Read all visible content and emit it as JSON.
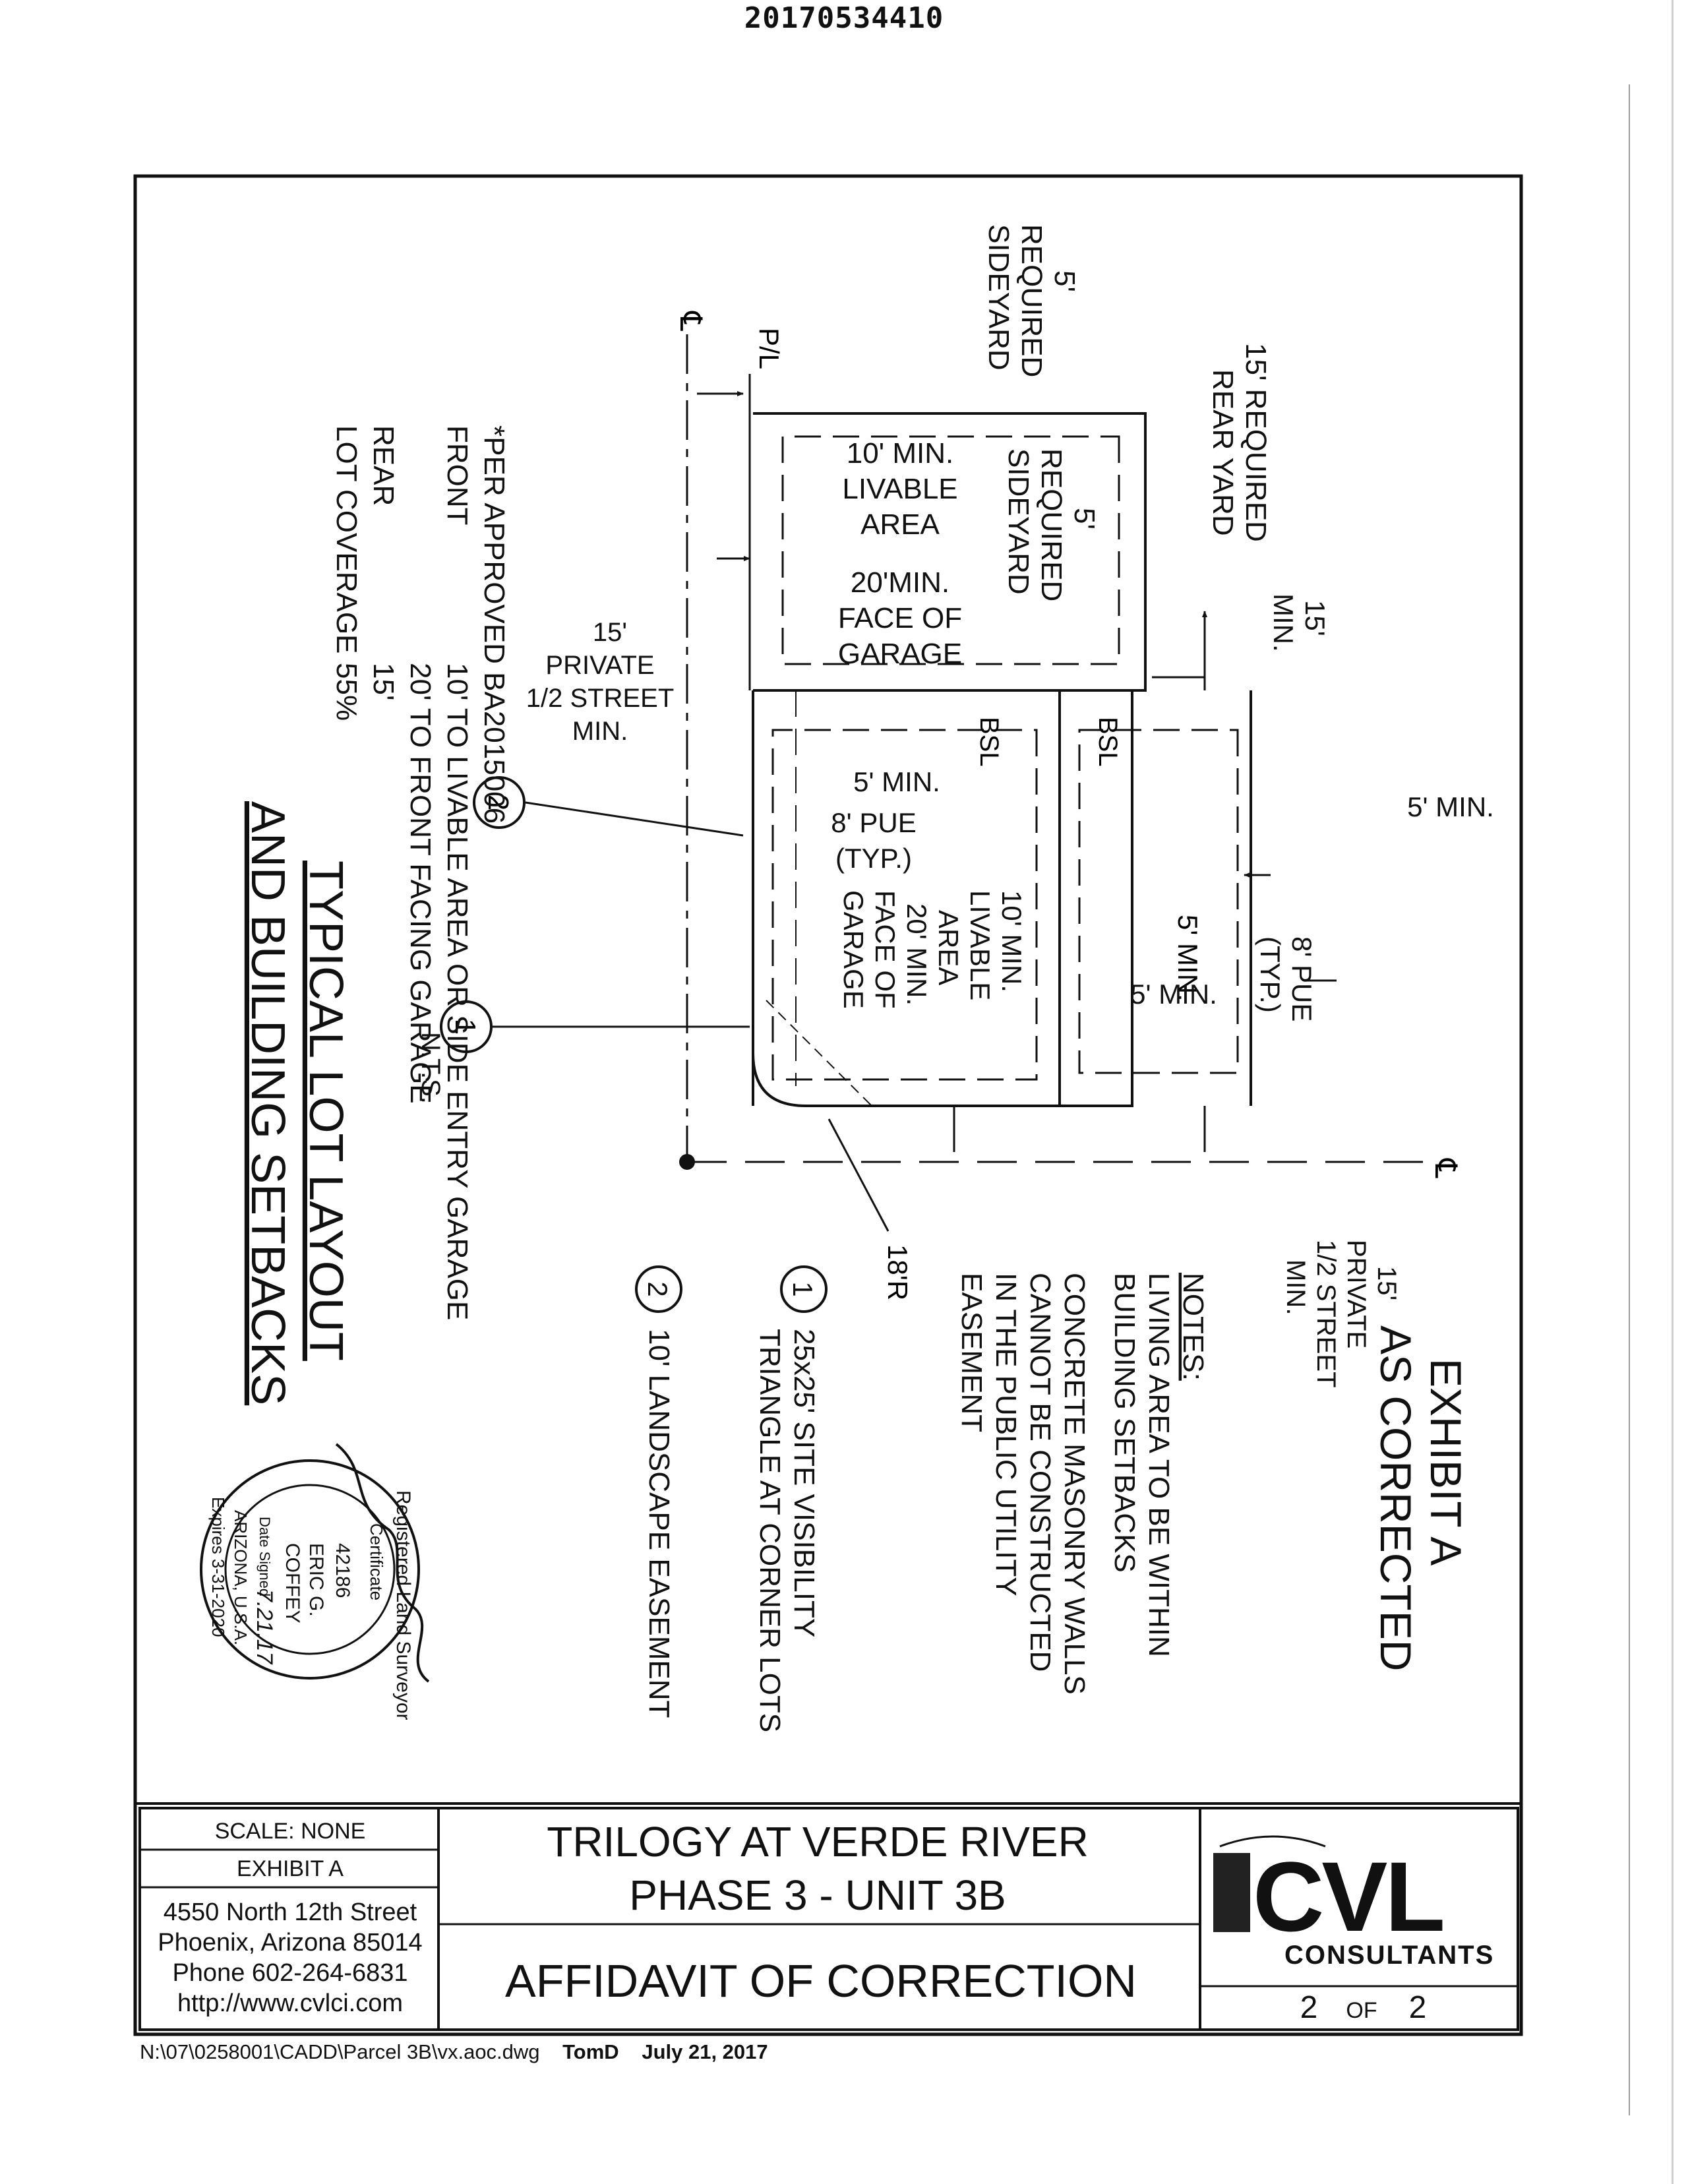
{
  "document": {
    "number": "20170534410",
    "footer": {
      "path": "N:\\07\\0258001\\CADD\\Parcel 3B\\vx.aoc.dwg",
      "author": "TomD",
      "date": "July 21, 2017"
    }
  },
  "drawing": {
    "labels": {
      "centerline": "℄",
      "property_line": "P/L",
      "sideyard_5_top": [
        "5'",
        "REQUIRED",
        "SIDEYARD"
      ],
      "rear_yard": [
        "15' REQUIRED",
        "REAR YARD"
      ],
      "livable_area_top": [
        "10' MIN.",
        "LIVABLE",
        "AREA"
      ],
      "sideyard_5_inner": [
        "5'",
        "REQUIRED",
        "SIDEYARD"
      ],
      "garage_face_top": [
        "20'MIN.",
        "FACE OF",
        "GARAGE"
      ],
      "private_half_street_left": [
        "15'",
        "PRIVATE",
        "1/2 STREET",
        "MIN."
      ],
      "min_15_right": [
        "15'",
        "MIN."
      ],
      "bsl": "BSL",
      "min_5_lower": "5' MIN.",
      "pue_8_typ": [
        "8' PUE",
        "(TYP.)"
      ],
      "min_5_right": "5' MIN.",
      "livable_area_lower": [
        "10' MIN.",
        "LIVABLE",
        "AREA",
        "20' MIN.",
        "FACE OF",
        "GARAGE"
      ],
      "pue_8_typ_right": [
        "8' PUE",
        "(TYP.)"
      ],
      "min_5_mid": "5' MIN.",
      "radius": "18'R",
      "private_half_street_bottom": [
        "15'",
        "PRIVATE",
        "1/2 STREET",
        "MIN."
      ],
      "callout_1": "1",
      "callout_2": "2"
    },
    "per_approved": {
      "heading": "*PER APPROVED BA2015006",
      "rows": [
        {
          "label": "FRONT",
          "value": "10' TO LIVABLE AREA OR SIDE ENTRY GARAGE"
        },
        {
          "label": "",
          "value": "20' TO FRONT FACING GARAGE"
        },
        {
          "label": "REAR",
          "value": "15'"
        },
        {
          "label": "LOT COVERAGE",
          "value": "55%"
        }
      ]
    },
    "title": [
      "TYPICAL LOT LAYOUT",
      "AND BUILDING SETBACKS"
    ],
    "nts": "N.T.S.",
    "exhibit_stamp": [
      "EXHIBIT A",
      "AS CORRECTED"
    ],
    "notes": {
      "heading": "NOTES:",
      "items": [
        [
          "LIVING AREA TO BE WITHIN",
          "BUILDING SETBACKS"
        ],
        [
          "CONCRETE MASONRY WALLS",
          "CANNOT BE CONSTRUCTED",
          "IN THE PUBLIC UTILITY",
          "EASEMENT"
        ]
      ]
    },
    "legend": [
      {
        "num": "1",
        "lines": [
          "25x25' SITE VISIBILITY",
          "TRIANGLE AT CORNER LOTS"
        ]
      },
      {
        "num": "2",
        "lines": [
          "10' LANDSCAPE EASEMENT"
        ]
      }
    ],
    "seal": {
      "ring_text": "Registered Land Surveyor",
      "certificate": "Certificate",
      "number": "42186",
      "name": [
        "ERIC G.",
        "COFFEY"
      ],
      "date_signed_label": "Date Signed",
      "date_signed": "7.21.17",
      "state": "ARIZONA, U.S.A.",
      "expires": "Expires 3-31-2020"
    }
  },
  "title_block": {
    "scale": "SCALE: NONE",
    "exhibit": "EXHIBIT A",
    "address": [
      "4550 North 12th Street",
      "Phoenix, Arizona 85014",
      "Phone 602-264-6831",
      "http://www.cvlci.com"
    ],
    "project": [
      "TRILOGY AT VERDE RIVER",
      "PHASE 3 - UNIT 3B"
    ],
    "affidavit": "AFFIDAVIT OF CORRECTION",
    "logo_text": "CVL",
    "logo_sub": "CONSULTANTS",
    "sheet_num": "2",
    "sheet_of": "OF",
    "sheet_total": "2"
  }
}
